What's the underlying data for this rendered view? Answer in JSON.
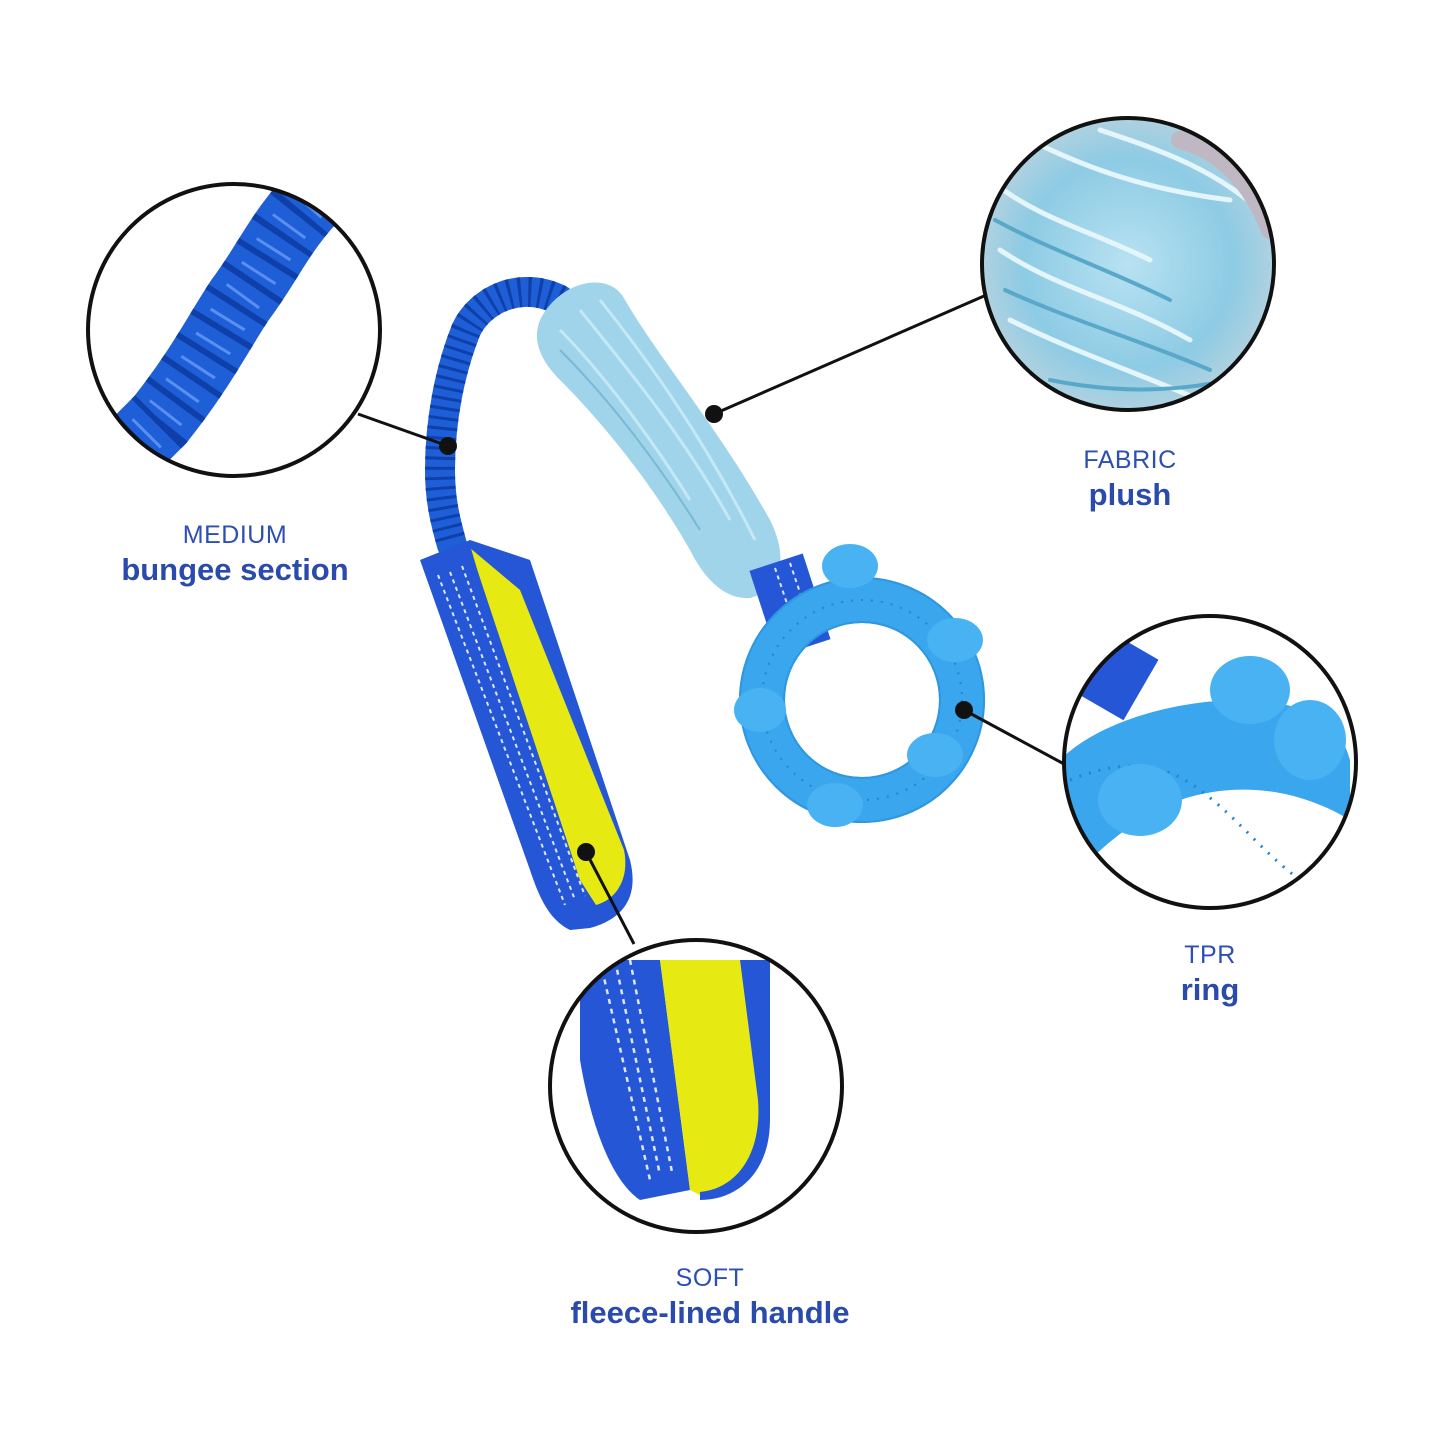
{
  "callouts": {
    "bungee": {
      "small": "MEDIUM",
      "big": "bungee section"
    },
    "plush": {
      "small": "FABRIC",
      "big": "plush"
    },
    "ring": {
      "small": "TPR",
      "big": "ring"
    },
    "handle": {
      "small": "SOFT",
      "big": "fleece-lined handle"
    }
  },
  "colors": {
    "webbing_blue": "#2456d6",
    "bungee_blue": "#1e5fd8",
    "fleece_yellow": "#e6ea12",
    "plush_light_blue": "#9fd4ea",
    "tpr_ring_blue": "#3aa6ee",
    "label_blue": "#2f4fae",
    "leader_line": "#111111"
  }
}
